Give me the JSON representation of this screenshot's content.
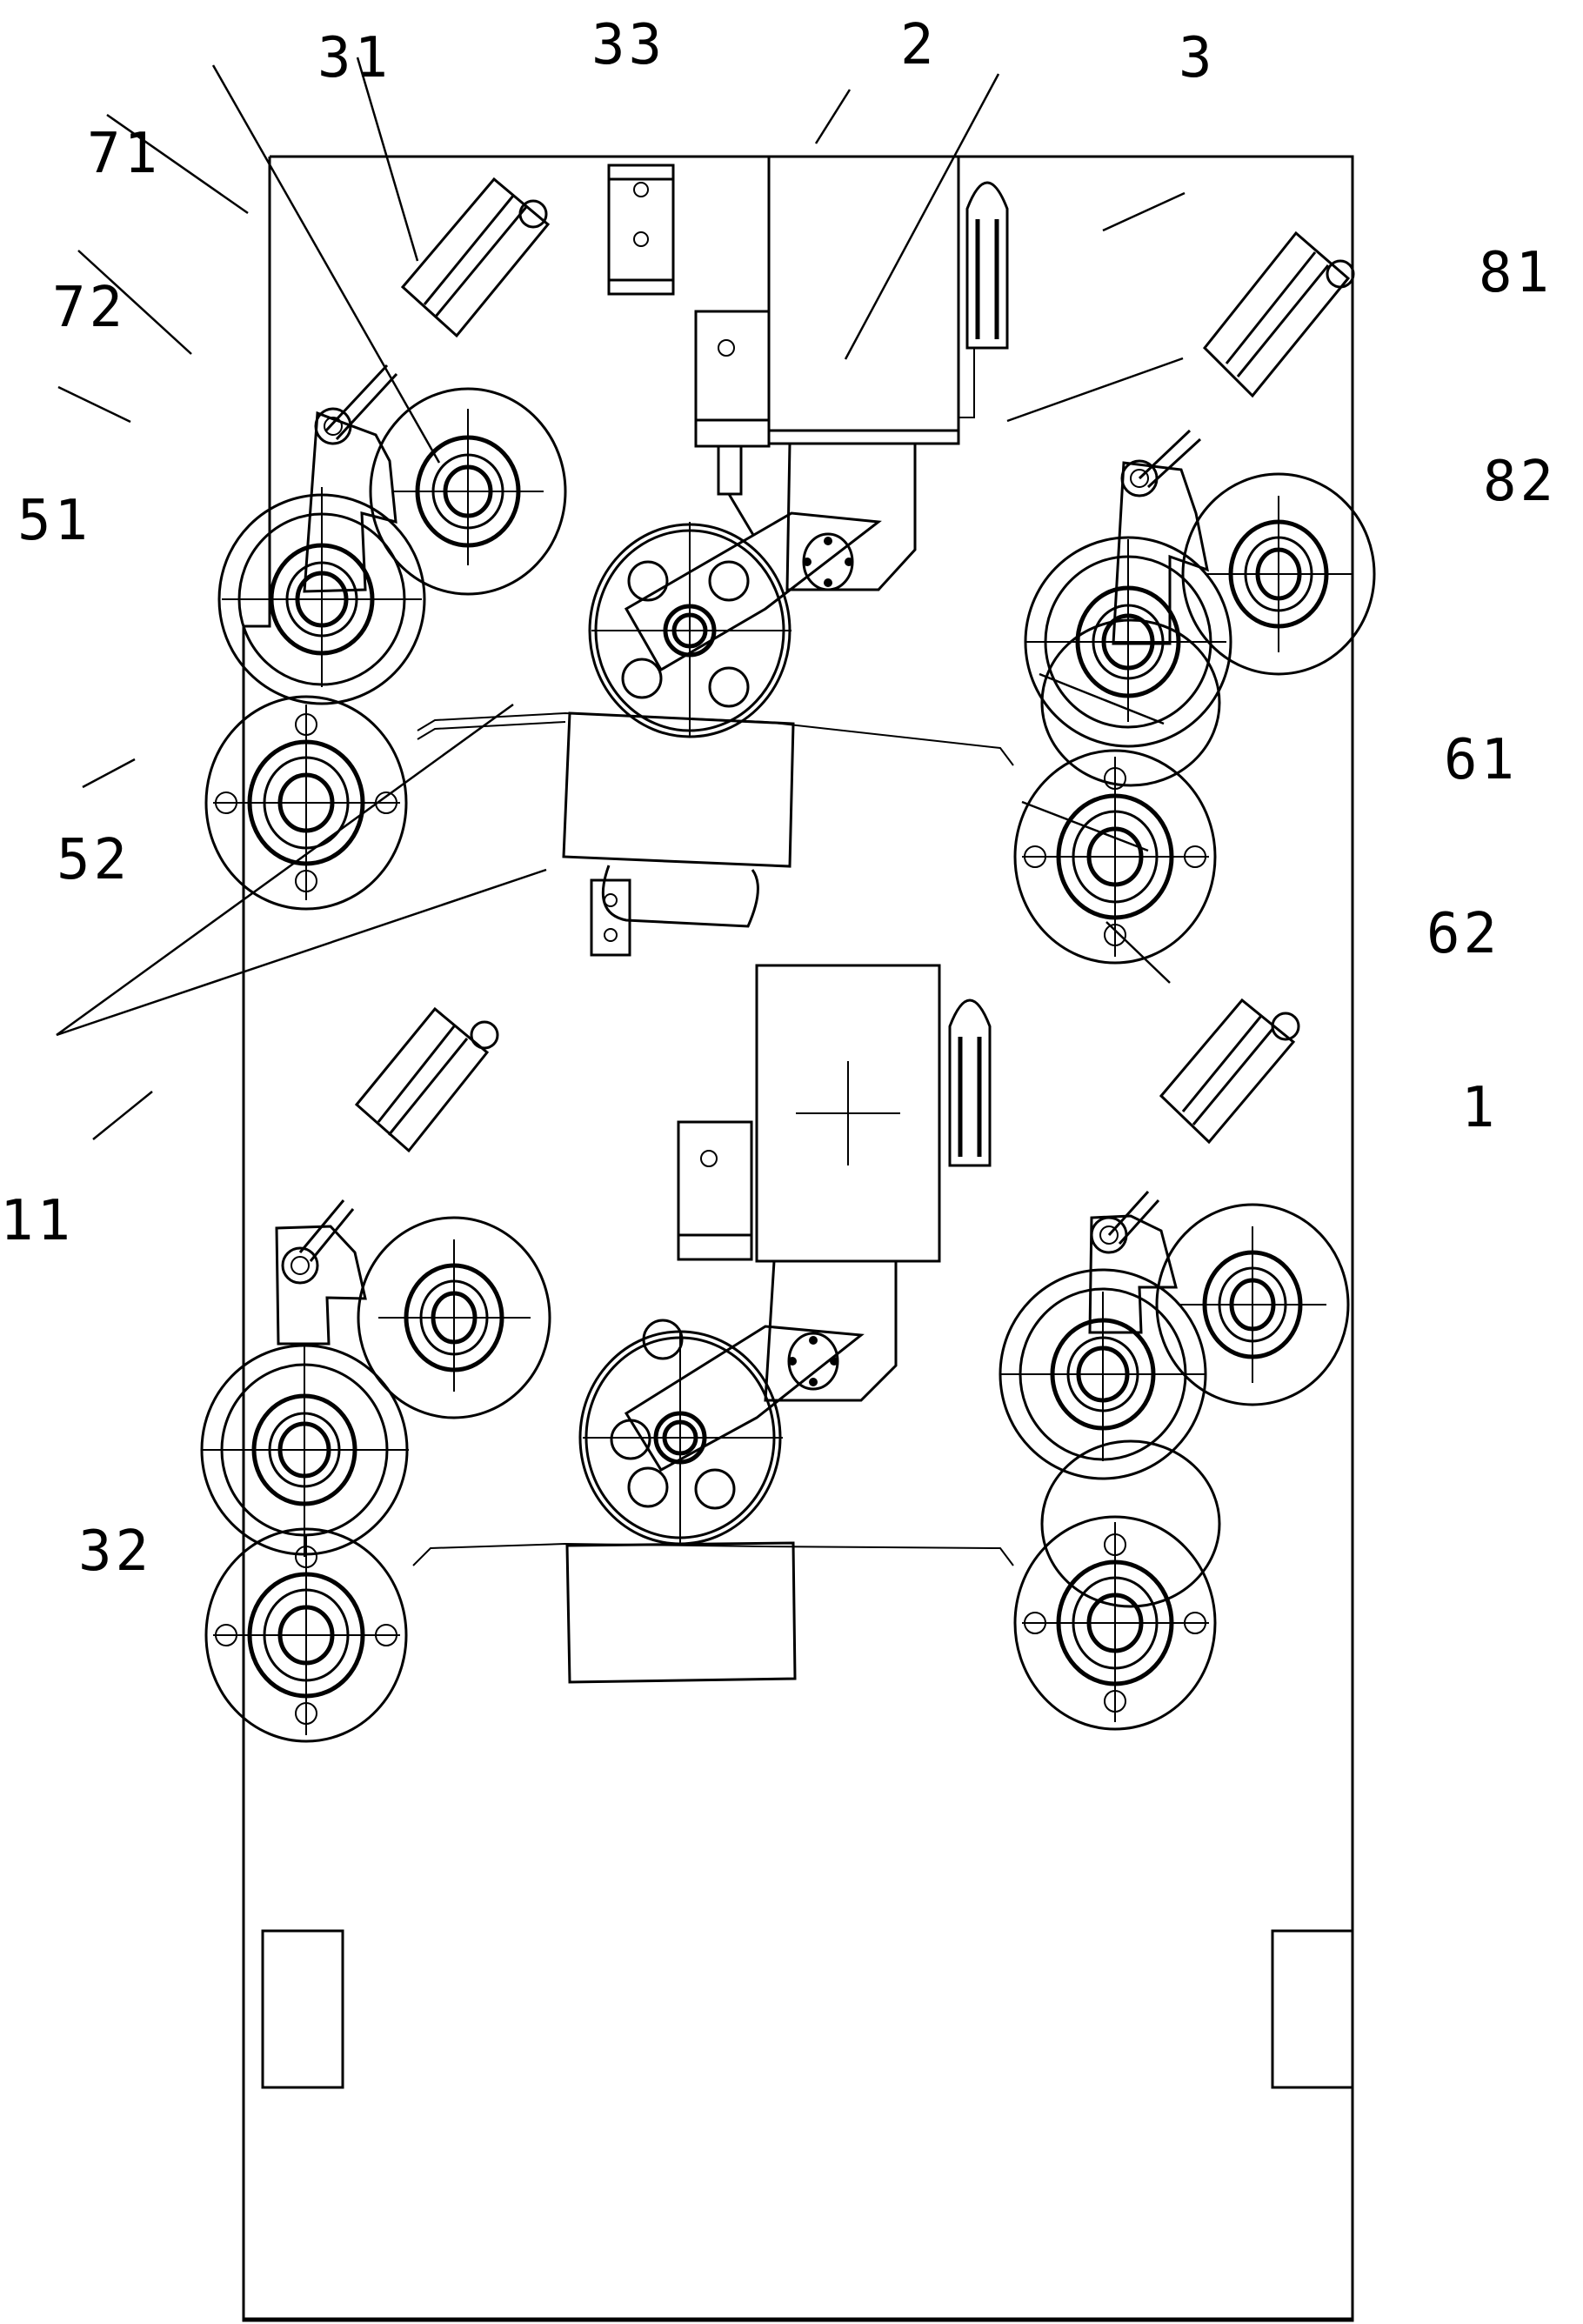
{
  "figure": {
    "type": "mechanical patent drawing",
    "background": "#ffffff",
    "line_color": "#000000"
  },
  "labels": {
    "frame": "1",
    "frame_bracket": "11",
    "motor": "2",
    "swing_arm": "3",
    "upper_guide_wheel": "31",
    "lower_guide_wheel": "32",
    "sensor": "33",
    "left_upper_roller": "51",
    "left_lower_roller": "52",
    "right_upper_roller": "61",
    "right_lower_roller": "62",
    "left_cylinder": "71",
    "left_lever": "72",
    "right_cylinder": "81",
    "right_lever": "82"
  }
}
